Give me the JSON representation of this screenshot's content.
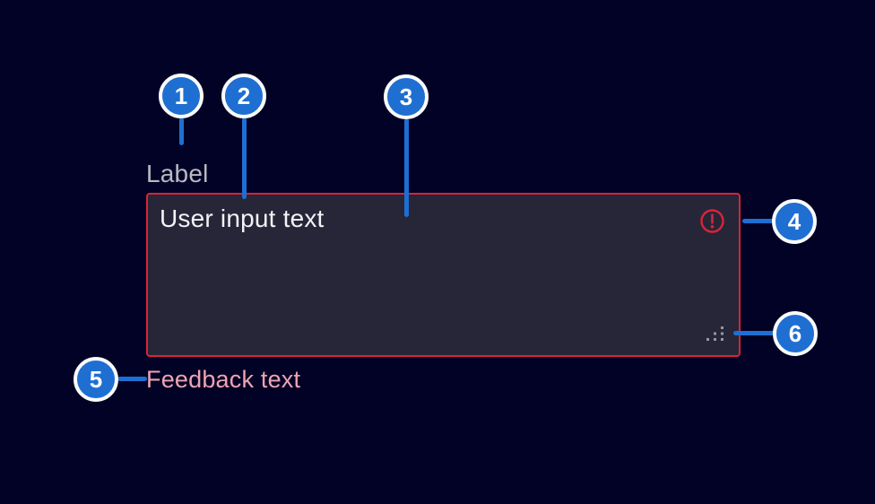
{
  "component": {
    "label": "Label",
    "textarea": {
      "value": "User input text",
      "state": "error"
    },
    "feedback_text": "Feedback text",
    "icons": {
      "error_icon": "circle-exclamation",
      "resize_icon": "corner-resize-dots"
    }
  },
  "callouts": [
    {
      "number": "1"
    },
    {
      "number": "2"
    },
    {
      "number": "3"
    },
    {
      "number": "4"
    },
    {
      "number": "5"
    },
    {
      "number": "6"
    }
  ],
  "colors": {
    "background": "#020226",
    "textarea_background": "#262638",
    "error_red": "#d92339",
    "feedback_pink": "#eea3b1",
    "label_gray": "#b9b9c3",
    "callout_blue": "#1f6fd2",
    "text_white": "#f2f2f6",
    "dot_gray": "#97979f",
    "ring_white": "#fbfbfb"
  }
}
